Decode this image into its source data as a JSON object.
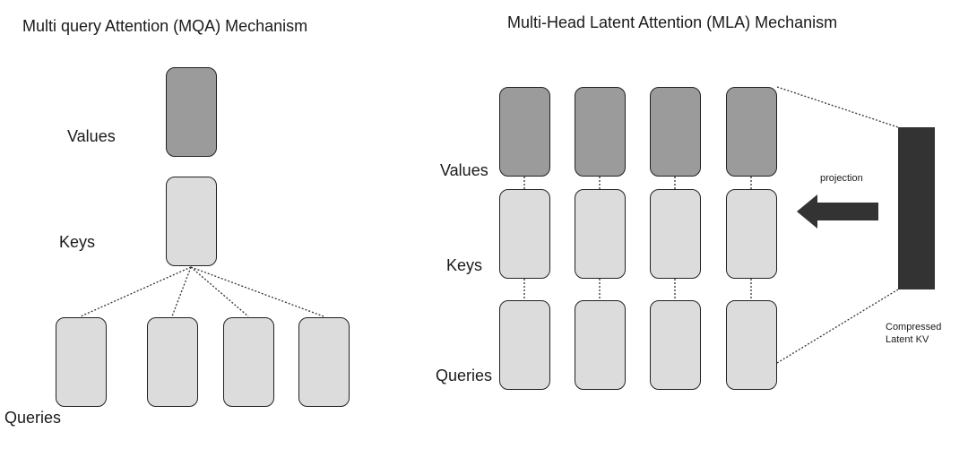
{
  "mqa": {
    "title": "Multi query Attention (MQA) Mechanism",
    "labels": {
      "values": "Values",
      "keys": "Keys",
      "queries": "Queries"
    },
    "num_queries": 4
  },
  "mla": {
    "title": "Multi-Head Latent Attention (MLA) Mechanism",
    "labels": {
      "values": "Values",
      "keys": "Keys",
      "queries": "Queries"
    },
    "num_heads": 4,
    "projection_label": "projection",
    "latent_label": "Compressed Latent KV"
  },
  "colors": {
    "values": "#9b9b9b",
    "keys": "#dcdcdc",
    "queries": "#dcdcdc",
    "latent": "#333333"
  }
}
